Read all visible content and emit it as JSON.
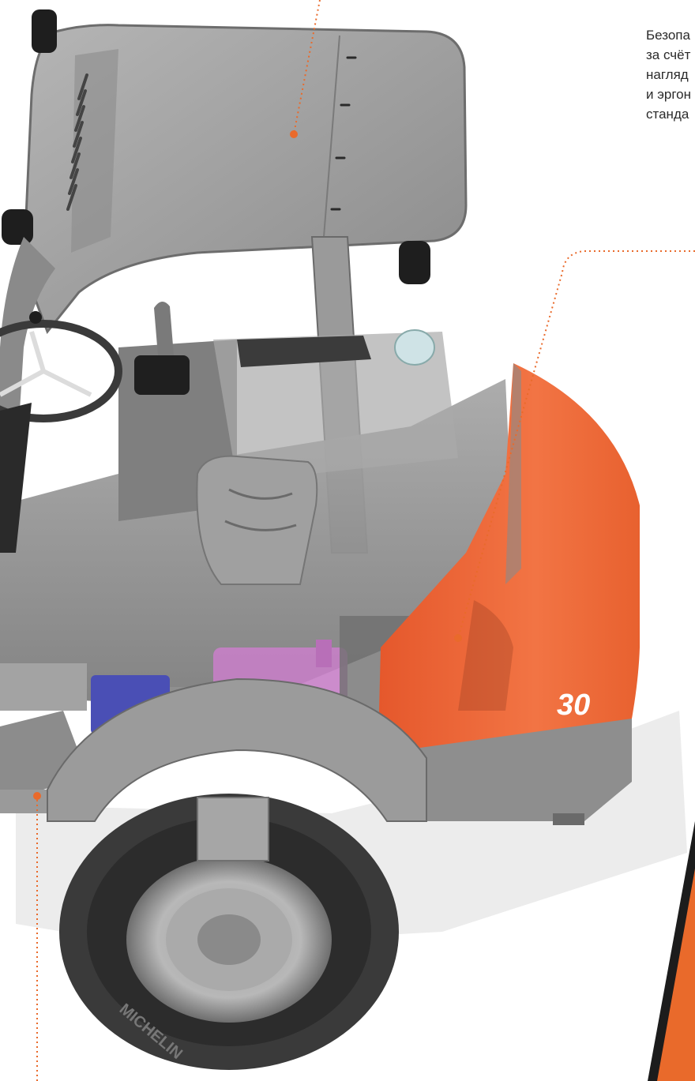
{
  "caption": {
    "lines": [
      "Безопа",
      "за счёт",
      "нагляд",
      "и эргон",
      "станда"
    ]
  },
  "machine": {
    "model_number": "30",
    "tire_brand": "MICHELIN"
  },
  "colors": {
    "body_orange": "#f06a3c",
    "body_orange_dark": "#d65228",
    "body_gray": "#8e8e8e",
    "canopy_gray": "#9a9a9a",
    "tire_dark": "#3a3a3a",
    "callout_orange": "#e96a2b",
    "accent_pink": "#c77fc7",
    "accent_blue": "#4a4fb5",
    "stripe_dark": "#1c1c1c"
  },
  "icons": [
    "steering-wheel-icon",
    "joystick-icon",
    "seat-icon",
    "wheel-icon"
  ]
}
